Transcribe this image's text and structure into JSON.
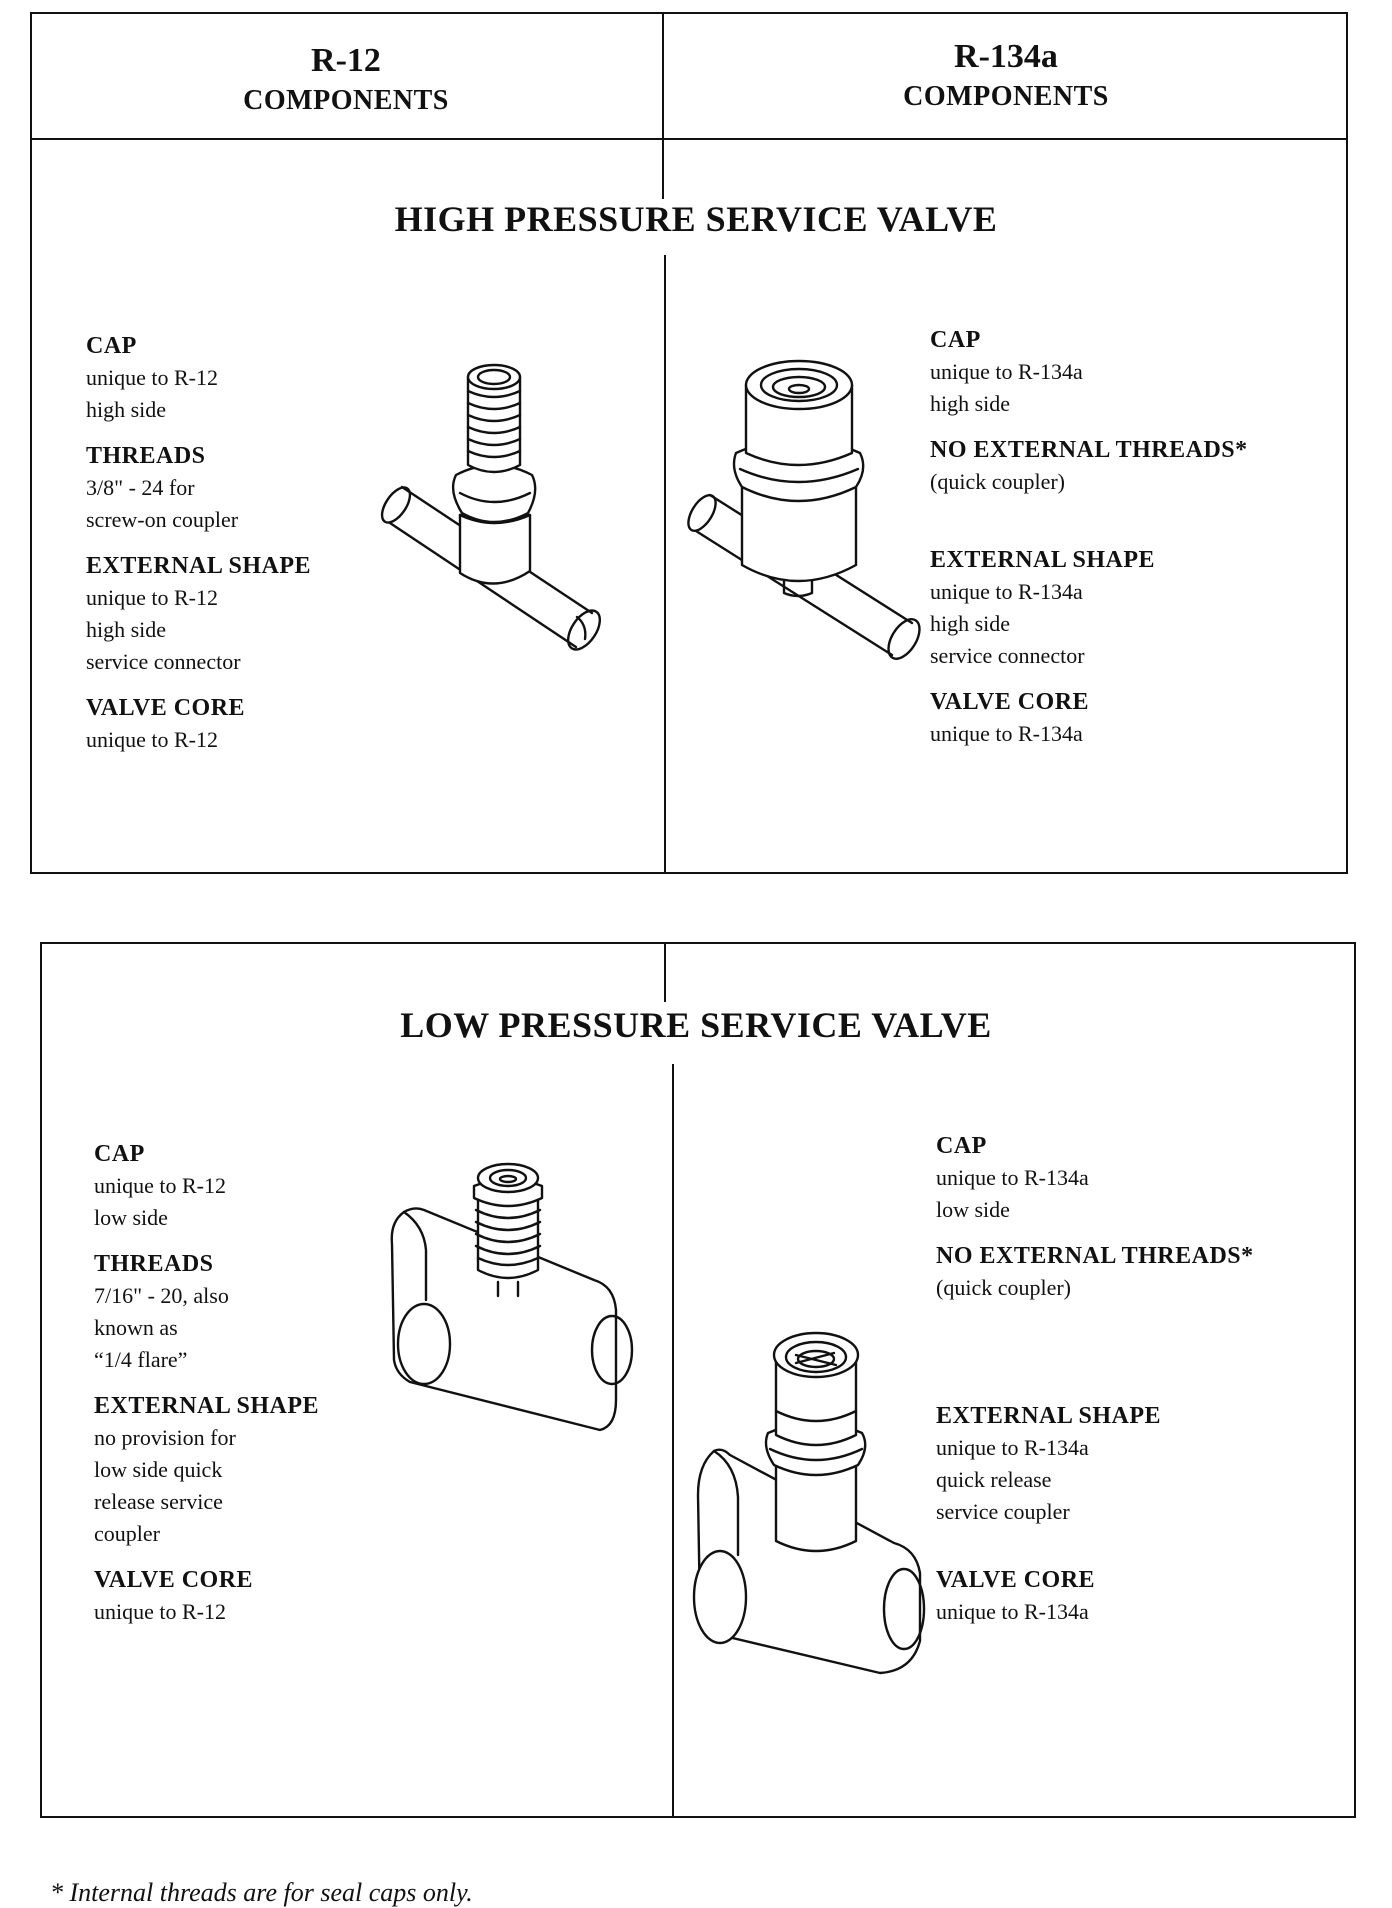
{
  "columns": {
    "left": {
      "title": "R-12",
      "subtitle": "COMPONENTS"
    },
    "right": {
      "title": "R-134a",
      "subtitle": "COMPONENTS"
    }
  },
  "high_pressure": {
    "title": "HIGH PRESSURE SERVICE VALVE",
    "left": {
      "cap": {
        "heading": "CAP",
        "lines": [
          "unique to R-12",
          "high side"
        ]
      },
      "threads": {
        "heading": "THREADS",
        "lines": [
          "3/8\" - 24 for",
          "screw-on coupler"
        ]
      },
      "shape": {
        "heading": "EXTERNAL SHAPE",
        "lines": [
          "unique to R-12",
          "high side",
          "service connector"
        ]
      },
      "core": {
        "heading": "VALVE CORE",
        "lines": [
          "unique to R-12"
        ]
      }
    },
    "right": {
      "cap": {
        "heading": "CAP",
        "lines": [
          "unique to R-134a",
          "high side"
        ]
      },
      "threads": {
        "heading": "NO EXTERNAL THREADS*",
        "lines": [
          "(quick coupler)"
        ]
      },
      "shape": {
        "heading": "EXTERNAL SHAPE",
        "lines": [
          "unique to R-134a",
          "high side",
          "service connector"
        ]
      },
      "core": {
        "heading": "VALVE CORE",
        "lines": [
          "unique to R-134a"
        ]
      }
    }
  },
  "low_pressure": {
    "title": "LOW PRESSURE SERVICE VALVE",
    "left": {
      "cap": {
        "heading": "CAP",
        "lines": [
          "unique to R-12",
          "low side"
        ]
      },
      "threads": {
        "heading": "THREADS",
        "lines": [
          "7/16\" - 20, also",
          "known as",
          "“1/4 flare”"
        ]
      },
      "shape": {
        "heading": "EXTERNAL SHAPE",
        "lines": [
          "no provision for",
          "low side quick",
          "release service",
          "coupler"
        ]
      },
      "core": {
        "heading": "VALVE CORE",
        "lines": [
          "unique to R-12"
        ]
      }
    },
    "right": {
      "cap": {
        "heading": "CAP",
        "lines": [
          "unique to R-134a",
          "low side"
        ]
      },
      "threads": {
        "heading": "NO EXTERNAL THREADS*",
        "lines": [
          "(quick coupler)"
        ]
      },
      "shape": {
        "heading": "EXTERNAL SHAPE",
        "lines": [
          "unique to R-134a",
          "quick release",
          "service coupler"
        ]
      },
      "core": {
        "heading": "VALVE CORE",
        "lines": [
          "unique to R-134a"
        ]
      }
    }
  },
  "footnote": "* Internal threads are for seal caps only."
}
